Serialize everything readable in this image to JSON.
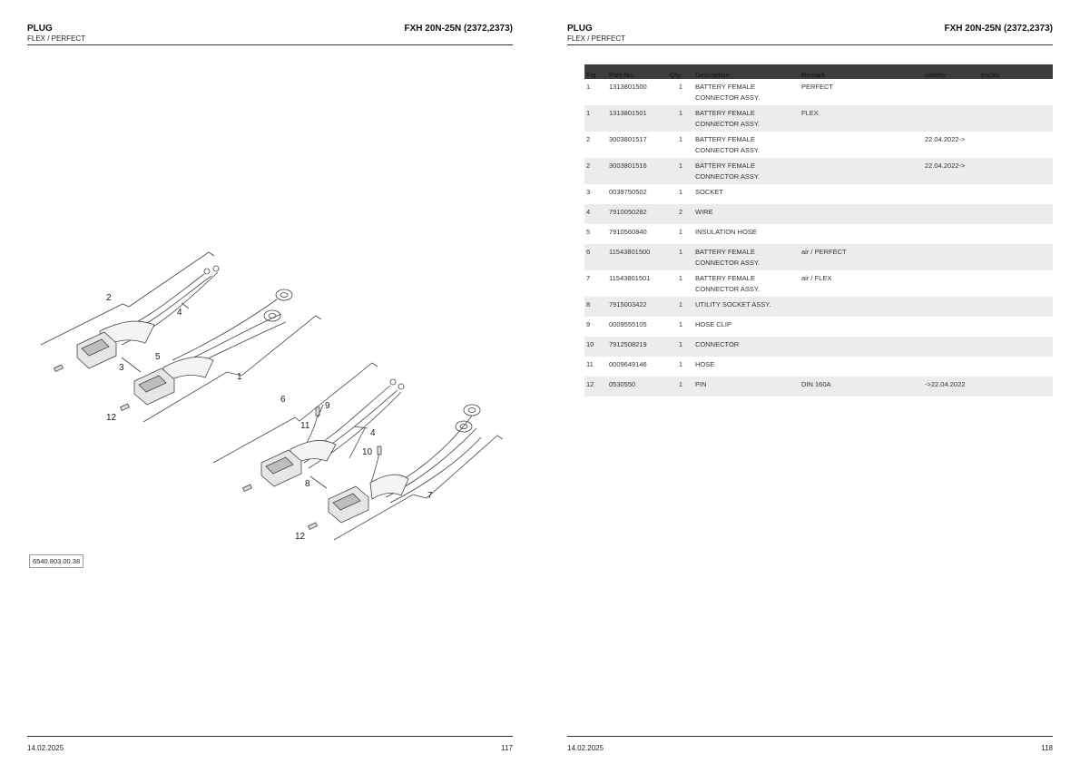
{
  "left_page": {
    "header": {
      "title": "PLUG",
      "subtitle": "FLEX / PERFECT",
      "model": "FXH 20N-25N (2372,2373)"
    },
    "figure_reference": "6540.803.00.38",
    "callouts": [
      "2",
      "4",
      "5",
      "3",
      "1",
      "12",
      "6",
      "9",
      "11",
      "4",
      "10",
      "8",
      "7",
      "12"
    ],
    "footer": {
      "date": "14.02.2025",
      "page_number": "117"
    }
  },
  "right_page": {
    "header": {
      "title": "PLUG",
      "subtitle": "FLEX / PERFECT",
      "model": "FXH 20N-25N (2372,2373)"
    },
    "table": {
      "columns": [
        "Fig",
        "Part-No.",
        "Qty.",
        "Description",
        "Remark",
        "validity",
        "trucks"
      ],
      "rows": [
        {
          "fig": "1",
          "part_no": "1313801500",
          "qty": "1",
          "desc1": "BATTERY FEMALE",
          "desc2": "CONNECTOR ASSY.",
          "remark": "PERFECT",
          "validity": "",
          "trucks": ""
        },
        {
          "fig": "1",
          "part_no": "1313801501",
          "qty": "1",
          "desc1": "BATTERY FEMALE",
          "desc2": "CONNECTOR ASSY.",
          "remark": "FLEX",
          "validity": "",
          "trucks": ""
        },
        {
          "fig": "2",
          "part_no": "3003801517",
          "qty": "1",
          "desc1": "BATTERY FEMALE",
          "desc2": "CONNECTOR ASSY.",
          "remark": "",
          "validity": "22.04.2022->",
          "trucks": ""
        },
        {
          "fig": "2",
          "part_no": "3003801516",
          "qty": "1",
          "desc1": "BATTERY FEMALE",
          "desc2": "CONNECTOR ASSY.",
          "remark": "",
          "validity": "22.04.2022->",
          "trucks": ""
        },
        {
          "fig": "3",
          "part_no": "0039750502",
          "qty": "1",
          "desc1": "SOCKET",
          "desc2": "",
          "remark": "",
          "validity": "",
          "trucks": ""
        },
        {
          "fig": "4",
          "part_no": "7910050282",
          "qty": "2",
          "desc1": "WIRE",
          "desc2": "",
          "remark": "",
          "validity": "",
          "trucks": ""
        },
        {
          "fig": "5",
          "part_no": "7910560840",
          "qty": "1",
          "desc1": "INSULATION HOSE",
          "desc2": "",
          "remark": "",
          "validity": "",
          "trucks": ""
        },
        {
          "fig": "6",
          "part_no": "11543801500",
          "qty": "1",
          "desc1": "BATTERY FEMALE",
          "desc2": "CONNECTOR ASSY.",
          "remark": "air / PERFECT",
          "validity": "",
          "trucks": ""
        },
        {
          "fig": "7",
          "part_no": "11543801501",
          "qty": "1",
          "desc1": "BATTERY FEMALE",
          "desc2": "CONNECTOR ASSY.",
          "remark": "air / FLEX",
          "validity": "",
          "trucks": ""
        },
        {
          "fig": "8",
          "part_no": "7915003422",
          "qty": "1",
          "desc1": "UTILITY SOCKET ASSY.",
          "desc2": "",
          "remark": "",
          "validity": "",
          "trucks": ""
        },
        {
          "fig": "9",
          "part_no": "0009555105",
          "qty": "1",
          "desc1": "HOSE CLIP",
          "desc2": "",
          "remark": "",
          "validity": "",
          "trucks": ""
        },
        {
          "fig": "10",
          "part_no": "7912508219",
          "qty": "1",
          "desc1": "CONNECTOR",
          "desc2": "",
          "remark": "",
          "validity": "",
          "trucks": ""
        },
        {
          "fig": "11",
          "part_no": "0009649146",
          "qty": "1",
          "desc1": "HOSE",
          "desc2": "",
          "remark": "",
          "validity": "",
          "trucks": ""
        },
        {
          "fig": "12",
          "part_no": "0530550",
          "qty": "1",
          "desc1": "PIN",
          "desc2": "",
          "remark": "DIN 160A",
          "validity": "->22.04.2022",
          "trucks": ""
        }
      ]
    },
    "footer": {
      "date": "14.02.2025",
      "page_number": "118"
    }
  }
}
